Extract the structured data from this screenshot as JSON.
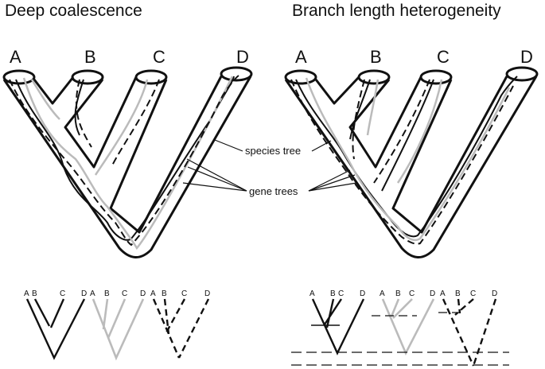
{
  "panels": {
    "left": {
      "title": "Deep coalescence",
      "taxa": [
        "A",
        "B",
        "C",
        "D"
      ]
    },
    "right": {
      "title": "Branch length heterogeneity",
      "taxa": [
        "A",
        "B",
        "C",
        "D"
      ]
    }
  },
  "annotations": {
    "species_tree": "species tree",
    "gene_trees": "gene trees"
  },
  "small_trees": {
    "left": [
      {
        "style": "black",
        "taxa": [
          "A",
          "B",
          "C",
          "D"
        ]
      },
      {
        "style": "gray",
        "taxa": [
          "A",
          "B",
          "C",
          "D"
        ]
      },
      {
        "style": "dashed",
        "taxa": [
          "A",
          "B",
          "C",
          "D"
        ]
      }
    ],
    "right": [
      {
        "style": "black",
        "taxa": [
          "A",
          "B",
          "C",
          "D"
        ]
      },
      {
        "style": "gray",
        "taxa": [
          "A",
          "B",
          "C",
          "D"
        ]
      },
      {
        "style": "dashed",
        "taxa": [
          "A",
          "B",
          "C",
          "D"
        ]
      }
    ]
  },
  "colors": {
    "black": "#111111",
    "gray": "#bbbbbb"
  }
}
